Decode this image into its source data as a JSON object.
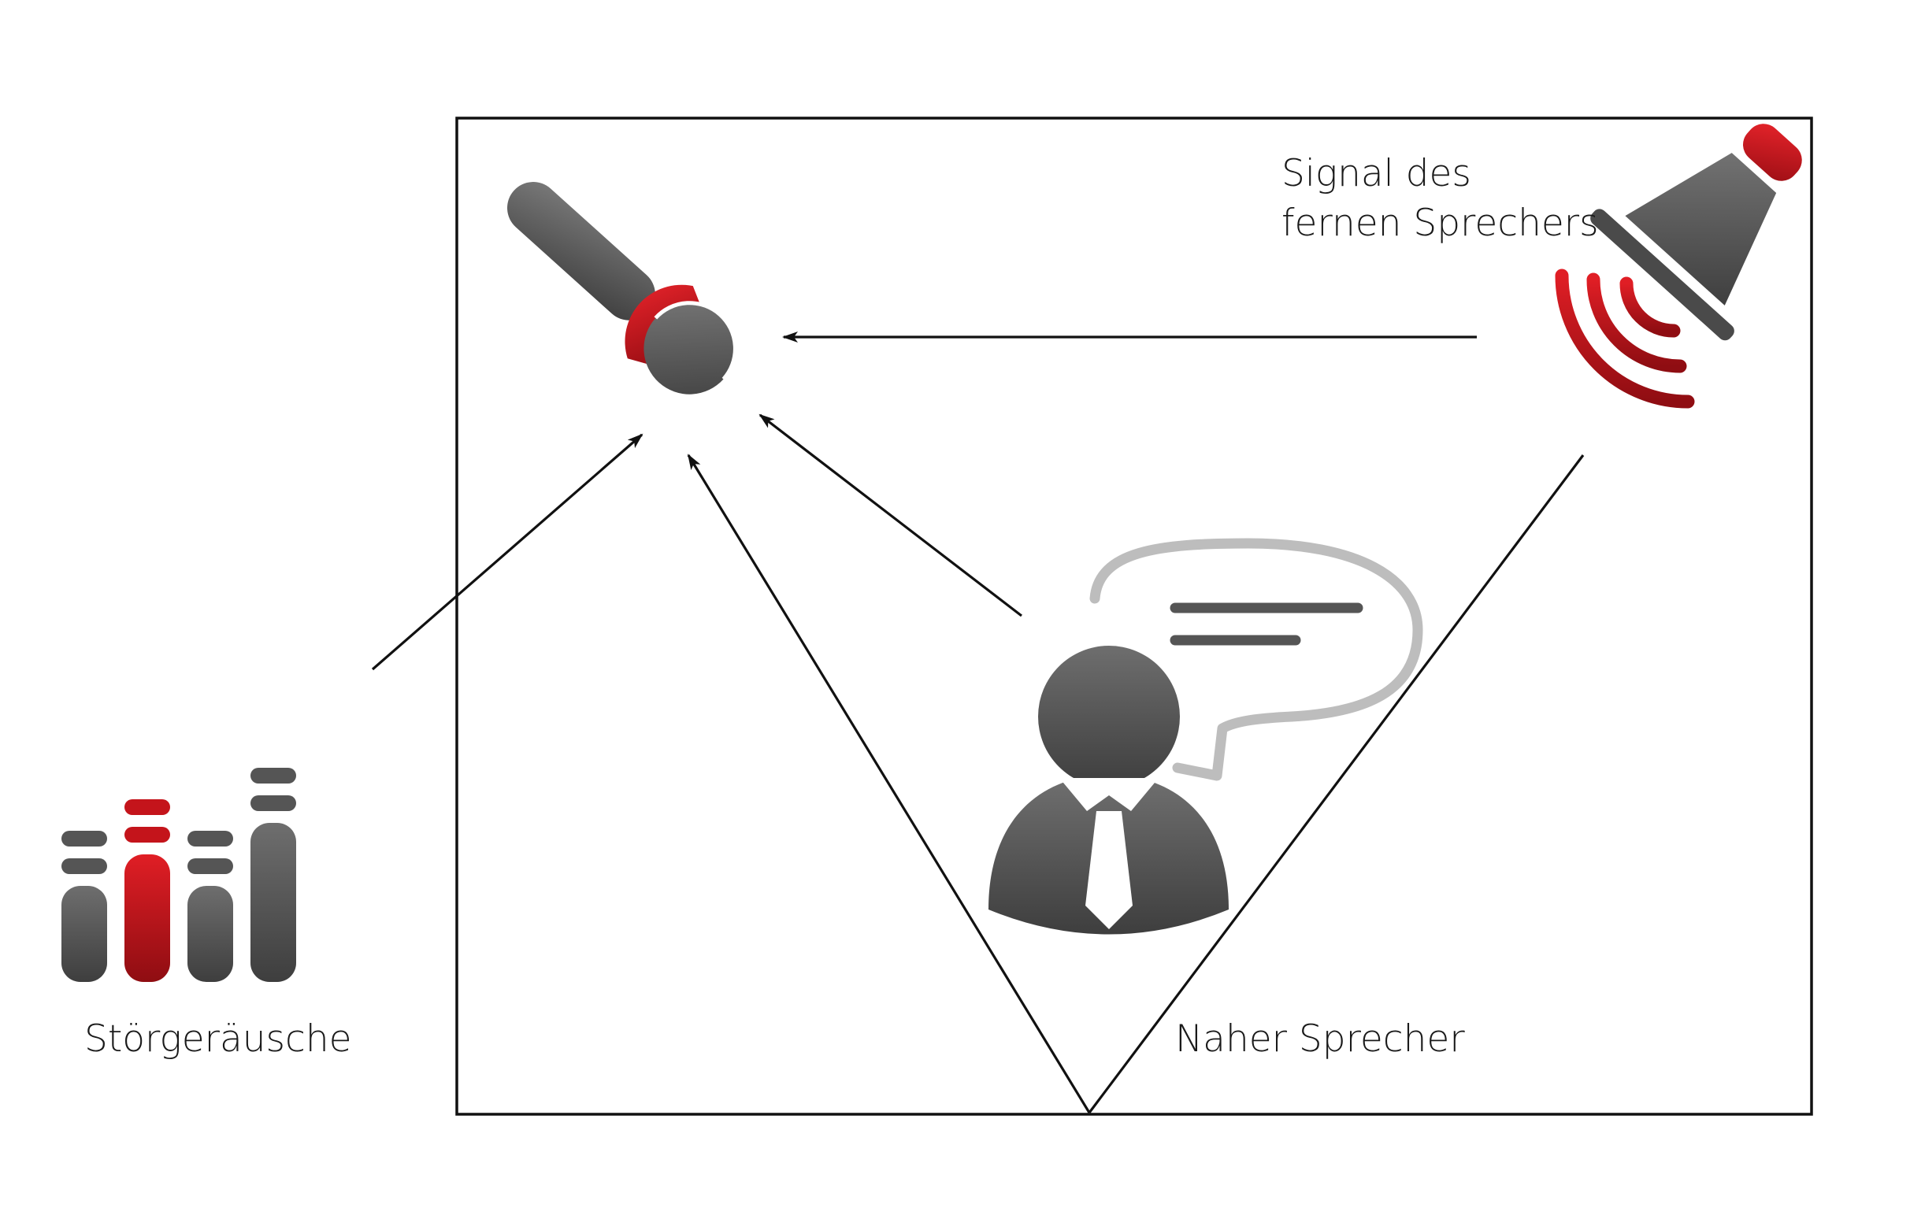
{
  "labels": {
    "far_speaker_line1": "Signal des",
    "far_speaker_line2": "fernen Sprechers",
    "noise": "Störgeräusche",
    "near_speaker": "Naher Sprecher"
  },
  "icons": {
    "microphone": "microphone-icon",
    "loudspeaker": "loudspeaker-icon",
    "noise": "equalizer-bars-icon",
    "person": "person-speech-bubble-icon"
  },
  "colors": {
    "accent_red": "#c4141b",
    "dark_gray": "#555555",
    "light_gray": "#bdbdbd",
    "line": "#111111"
  }
}
